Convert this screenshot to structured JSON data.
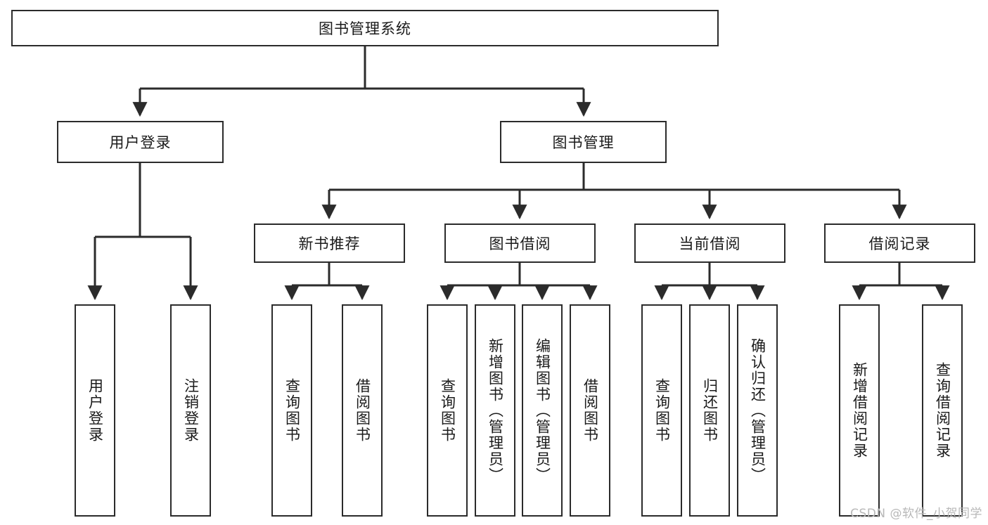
{
  "diagram": {
    "title": "图书管理系统",
    "type": "tree-hierarchy",
    "root": {
      "id": "root",
      "label": "图书管理系统"
    },
    "level1": [
      {
        "id": "user-login",
        "label": "用户登录"
      },
      {
        "id": "book-manage",
        "label": "图书管理"
      }
    ],
    "level2": [
      {
        "id": "new-book-rec",
        "label": "新书推荐",
        "parent": "book-manage"
      },
      {
        "id": "book-borrow",
        "label": "图书借阅",
        "parent": "book-manage"
      },
      {
        "id": "current-borrow",
        "label": "当前借阅",
        "parent": "book-manage"
      },
      {
        "id": "borrow-record",
        "label": "借阅记录",
        "parent": "book-manage"
      }
    ],
    "leaves": [
      {
        "id": "leaf-user-login",
        "label": "用户登录",
        "parent": "user-login"
      },
      {
        "id": "leaf-user-logout",
        "label": "注销登录",
        "parent": "user-login"
      },
      {
        "id": "leaf-query-book-1",
        "label": "查询图书",
        "parent": "new-book-rec"
      },
      {
        "id": "leaf-borrow-book-1",
        "label": "借阅图书",
        "parent": "new-book-rec"
      },
      {
        "id": "leaf-query-book-2",
        "label": "查询图书",
        "parent": "book-borrow"
      },
      {
        "id": "leaf-add-book",
        "label": "新增图书（管理员）",
        "parent": "book-borrow"
      },
      {
        "id": "leaf-edit-book",
        "label": "编辑图书（管理员）",
        "parent": "book-borrow"
      },
      {
        "id": "leaf-borrow-book-2",
        "label": "借阅图书",
        "parent": "book-borrow"
      },
      {
        "id": "leaf-query-book-3",
        "label": "查询图书",
        "parent": "current-borrow"
      },
      {
        "id": "leaf-return-book",
        "label": "归还图书",
        "parent": "current-borrow"
      },
      {
        "id": "leaf-confirm-return",
        "label": "确认归还（管理员）",
        "parent": "current-borrow"
      },
      {
        "id": "leaf-add-record",
        "label": "新增借阅记录",
        "parent": "borrow-record"
      },
      {
        "id": "leaf-query-record",
        "label": "查询借阅记录",
        "parent": "borrow-record"
      }
    ],
    "colors": {
      "stroke": "#2b2b2b",
      "fill": "#ffffff",
      "text": "#1a1a1a",
      "watermark": "#b8b8b8"
    }
  },
  "watermark": {
    "text": "CSDN @软件_小贺同学"
  }
}
